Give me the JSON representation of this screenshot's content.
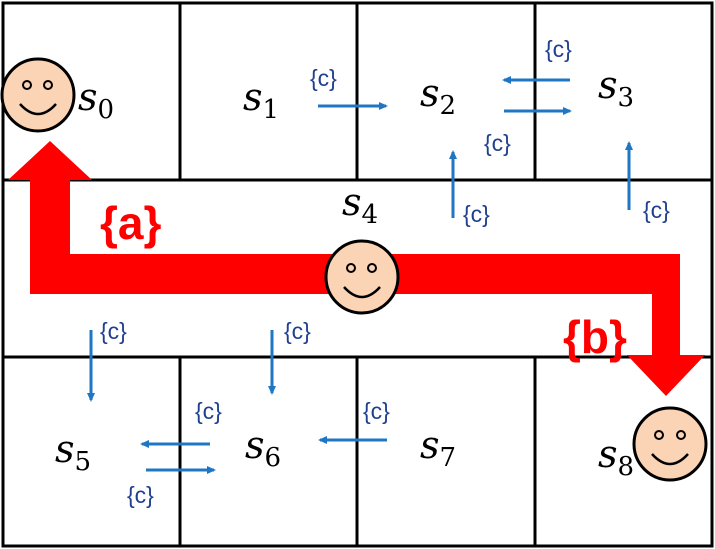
{
  "states": [
    {
      "id": "s0",
      "symbol": "s",
      "subscript": "0"
    },
    {
      "id": "s1",
      "symbol": "s",
      "subscript": "1"
    },
    {
      "id": "s2",
      "symbol": "s",
      "subscript": "2"
    },
    {
      "id": "s3",
      "symbol": "s",
      "subscript": "3"
    },
    {
      "id": "s4",
      "symbol": "s",
      "subscript": "4"
    },
    {
      "id": "s5",
      "symbol": "s",
      "subscript": "5"
    },
    {
      "id": "s6",
      "symbol": "s",
      "subscript": "6"
    },
    {
      "id": "s7",
      "symbol": "s",
      "subscript": "7"
    },
    {
      "id": "s8",
      "symbol": "s",
      "subscript": "8"
    }
  ],
  "common_action_label": "{c}",
  "big_actions": {
    "a": "{a}",
    "b": "{b}"
  },
  "colors": {
    "grid_line": "#000000",
    "small_arrow": "#1f77c4",
    "c_label": "#1f3f8f",
    "big_arrow": "#ff0000",
    "big_label": "#ff0000",
    "face_fill": "#fbd3b5",
    "face_stroke": "#000000"
  }
}
